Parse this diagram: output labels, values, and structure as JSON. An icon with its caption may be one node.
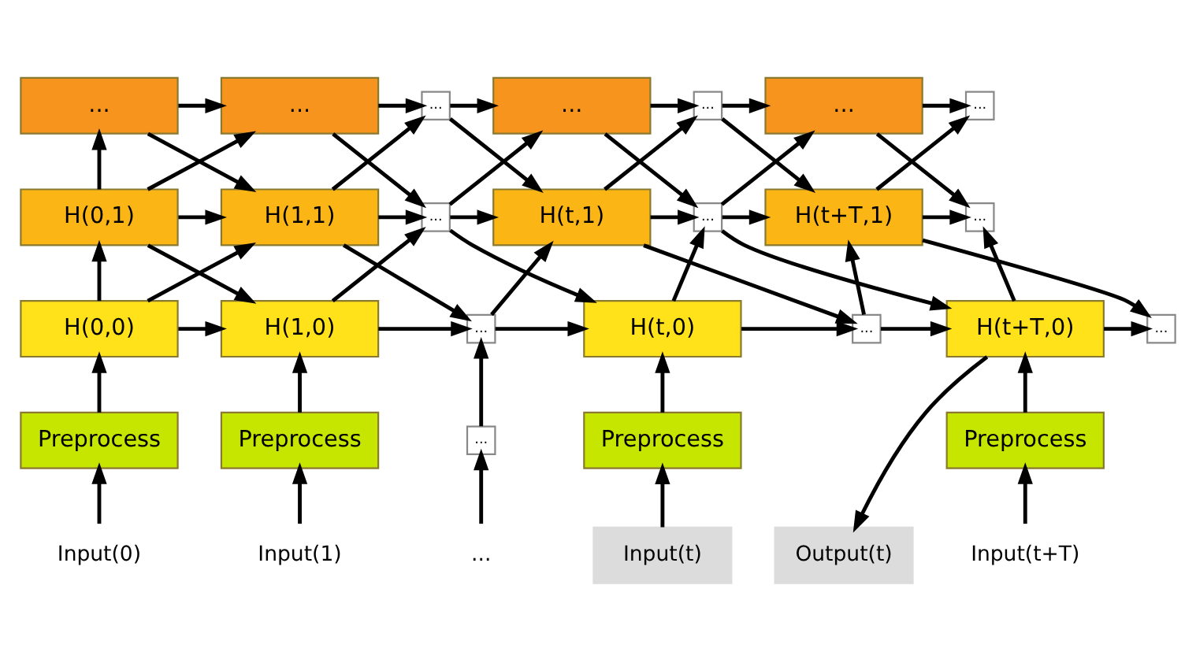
{
  "diagram": {
    "nodes": [
      {
        "text": [
          "..."
        ]
      },
      {
        "text": [
          "..."
        ]
      },
      {
        "text": [
          "..."
        ]
      },
      {
        "text": [
          "..."
        ]
      },
      {
        "text": [
          "..."
        ]
      },
      {
        "text": [
          "..."
        ]
      },
      {
        "text": [
          "..."
        ]
      },
      {
        "text": [
          "H(0,1)"
        ]
      },
      {
        "text": [
          "H(1,1)"
        ]
      },
      {
        "text": [
          "..."
        ]
      },
      {
        "text": [
          "H(t,1)"
        ]
      },
      {
        "text": [
          "..."
        ]
      },
      {
        "text": [
          "H(t+T,1)"
        ]
      },
      {
        "text": [
          "..."
        ]
      },
      {
        "text": [
          "H(0,0)"
        ]
      },
      {
        "text": [
          "H(1,0)"
        ]
      },
      {
        "text": [
          "..."
        ]
      },
      {
        "text": [
          "H(t,0)"
        ]
      },
      {
        "text": [
          "..."
        ]
      },
      {
        "text": [
          "H(t+T,0)"
        ]
      },
      {
        "text": [
          "..."
        ]
      },
      {
        "text": [
          "Preprocess"
        ]
      },
      {
        "text": [
          "Preprocess"
        ]
      },
      {
        "text": [
          "..."
        ]
      },
      {
        "text": [
          "Preprocess"
        ]
      },
      {
        "text": [
          "Preprocess"
        ]
      },
      {
        "text": [
          "Input(0)"
        ]
      },
      {
        "text": [
          "Input(1)"
        ]
      },
      {
        "text": [
          "..."
        ]
      },
      {
        "text": [
          "Input(t)"
        ]
      },
      {
        "text": [
          "Input(t+T)"
        ]
      },
      {
        "text": [
          "Output(t)"
        ]
      }
    ],
    "edges": [
      {
        "from": 0,
        "to": 1,
        "arrow": "to"
      },
      {
        "from": 1,
        "to": 2,
        "arrow": "to"
      },
      {
        "from": 2,
        "to": 3,
        "arrow": "to"
      },
      {
        "from": 3,
        "to": 4,
        "arrow": "to"
      },
      {
        "from": 4,
        "to": 5,
        "arrow": "to"
      },
      {
        "from": 5,
        "to": 6,
        "arrow": "to"
      },
      {
        "from": 7,
        "to": 8,
        "arrow": "to"
      },
      {
        "from": 8,
        "to": 9,
        "arrow": "to"
      },
      {
        "from": 9,
        "to": 10,
        "arrow": "to"
      },
      {
        "from": 10,
        "to": 11,
        "arrow": "to"
      },
      {
        "from": 11,
        "to": 12,
        "arrow": "to"
      },
      {
        "from": 12,
        "to": 13,
        "arrow": "to"
      },
      {
        "from": 14,
        "to": 15,
        "arrow": "to"
      },
      {
        "from": 15,
        "to": 16,
        "arrow": "to"
      },
      {
        "from": 16,
        "to": 17,
        "arrow": "to"
      },
      {
        "from": 17,
        "to": 18,
        "arrow": "to"
      },
      {
        "from": 18,
        "to": 19,
        "arrow": "to"
      },
      {
        "from": 19,
        "to": 20,
        "arrow": "to"
      },
      {
        "from": 0,
        "to": 8,
        "arrow": "to"
      },
      {
        "from": 7,
        "to": 1,
        "arrow": "to"
      },
      {
        "from": 7,
        "to": 15,
        "arrow": "to"
      },
      {
        "from": 14,
        "to": 8,
        "arrow": "to"
      },
      {
        "from": 1,
        "to": 9,
        "arrow": "to"
      },
      {
        "from": 8,
        "to": 2,
        "arrow": "to"
      },
      {
        "from": 8,
        "to": 16,
        "arrow": "to"
      },
      {
        "from": 15,
        "to": 9,
        "arrow": "to"
      },
      {
        "from": 2,
        "to": 10,
        "arrow": "to"
      },
      {
        "from": 9,
        "to": 3,
        "arrow": "to"
      },
      {
        "from": 9,
        "to": 17,
        "arrow": "to"
      },
      {
        "from": 16,
        "to": 10,
        "arrow": "to"
      },
      {
        "from": 3,
        "to": 11,
        "arrow": "to"
      },
      {
        "from": 10,
        "to": 4,
        "arrow": "to"
      },
      {
        "from": 10,
        "to": 18,
        "arrow": "to"
      },
      {
        "from": 17,
        "to": 11,
        "arrow": "to"
      },
      {
        "from": 4,
        "to": 12,
        "arrow": "to"
      },
      {
        "from": 11,
        "to": 5,
        "arrow": "to"
      },
      {
        "from": 11,
        "to": 19,
        "arrow": "to"
      },
      {
        "from": 18,
        "to": 12,
        "arrow": "to"
      },
      {
        "from": 5,
        "to": 13,
        "arrow": "to"
      },
      {
        "from": 12,
        "to": 6,
        "arrow": "to"
      },
      {
        "from": 12,
        "to": 20,
        "arrow": "to"
      },
      {
        "from": 19,
        "to": 13,
        "arrow": "to"
      },
      {
        "from": 14,
        "to": 7,
        "arrow": "to"
      },
      {
        "from": 7,
        "to": 0,
        "arrow": "to"
      },
      {
        "from": 21,
        "to": 14,
        "arrow": "to"
      },
      {
        "from": 22,
        "to": 15,
        "arrow": "to"
      },
      {
        "from": 23,
        "to": 16,
        "arrow": "to"
      },
      {
        "from": 24,
        "to": 17,
        "arrow": "to"
      },
      {
        "from": 25,
        "to": 19,
        "arrow": "to"
      },
      {
        "from": 26,
        "to": 21,
        "arrow": "to"
      },
      {
        "from": 27,
        "to": 22,
        "arrow": "to"
      },
      {
        "from": 28,
        "to": 23,
        "arrow": "to"
      },
      {
        "from": 29,
        "to": 24,
        "arrow": "to"
      },
      {
        "from": 30,
        "to": 25,
        "arrow": "to"
      },
      {
        "from": 19,
        "to": 31,
        "arrow": "to"
      }
    ]
  }
}
